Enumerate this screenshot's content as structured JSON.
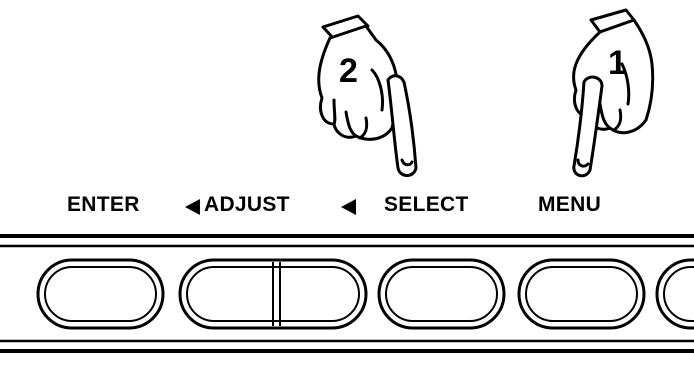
{
  "panel": {
    "labels": {
      "enter": "ENTER",
      "adjust": "ADJUST",
      "select": "SELECT",
      "menu": "MENU"
    },
    "step_numbers": {
      "menu_step": "1",
      "select_step": "2"
    }
  },
  "colors": {
    "ink": "#000000",
    "background": "#ffffff"
  }
}
